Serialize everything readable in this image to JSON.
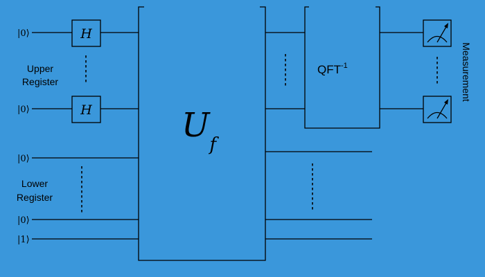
{
  "inputs": {
    "upper_1": "|0⟩",
    "upper_2": "|0⟩",
    "lower_1": "|0⟩",
    "lower_2": "|0⟩",
    "lower_3": "|1⟩"
  },
  "labels": {
    "upper_register": [
      "Upper",
      "Register"
    ],
    "lower_register": [
      "Lower",
      "Register"
    ],
    "measurement": "Measurement"
  },
  "gates": {
    "hadamard": "H",
    "oracle_main": "U",
    "oracle_sub": "f",
    "qft_main": "QFT",
    "qft_sup": "-1"
  }
}
